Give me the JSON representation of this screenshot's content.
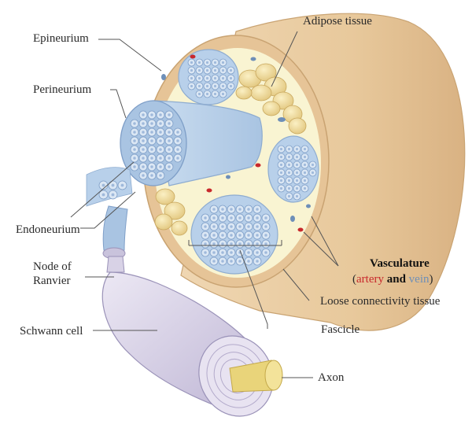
{
  "labels": {
    "epineurium": "Epineurium",
    "adipose": "Adipose tissue",
    "perineurium": "Perineurium",
    "endoneurium": "Endoneurium",
    "node_line1": "Node of",
    "node_line2": "Ranvier",
    "vasculature": "Vasculature",
    "vasc_open": "(",
    "artery": "artery",
    "and": "and",
    "vein": "vein",
    "vasc_close": ")",
    "loose": "Loose connectivity tissue",
    "fascicle": "Fascicle",
    "schwann": "Schwann cell",
    "axon": "Axon"
  },
  "colors": {
    "artery": "#c8282c",
    "vein": "#6e8fb8",
    "nerve_outer": "#ecd2ac",
    "fascicle_fill": "#b8d0ea",
    "loose_tissue": "#f9f4d2",
    "schwann": "#d8d2e6",
    "axon": "#e9d47a"
  }
}
